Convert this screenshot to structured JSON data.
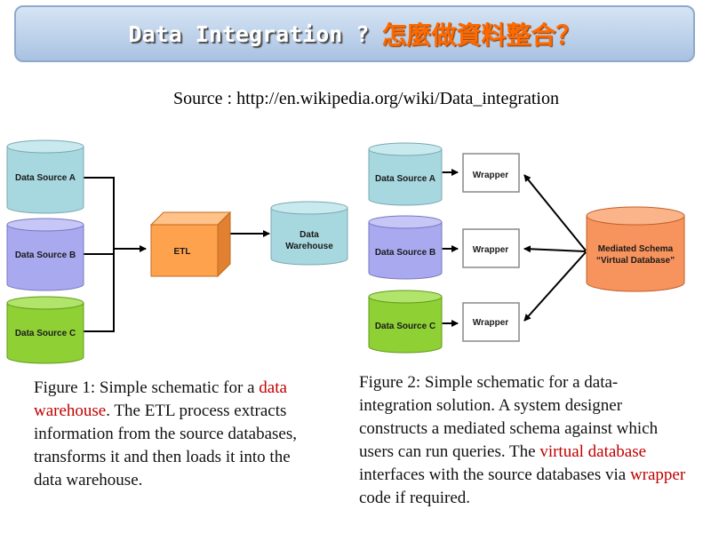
{
  "title": {
    "en": "Data Integration ?",
    "zh": "怎麼做資料整合？"
  },
  "source": "Source : http://en.wikipedia.org/wiki/Data_integration",
  "figure1": {
    "sources": [
      "Data Source A",
      "Data Source B",
      "Data Source C"
    ],
    "etl": "ETL",
    "warehouse": [
      "Data",
      "Warehouse"
    ]
  },
  "figure2": {
    "sources": [
      "Data Source A",
      "Data Source B",
      "Data Source C"
    ],
    "wrapper": "Wrapper",
    "mediated": [
      "Mediated Schema",
      "“Virtual Database”"
    ]
  },
  "caption1": {
    "t1": "Figure 1: Simple schematic for a ",
    "link": "data warehouse",
    "t2": ". The ETL process extracts information from the source databases, transforms it and then loads it into the data warehouse."
  },
  "caption2": {
    "t1": "Figure 2: Simple schematic for a data-integration solution. A system designer constructs a mediated schema against which users can run queries. The ",
    "link1": "virtual database",
    "t2": " interfaces with the source databases via ",
    "link2": "wrapper",
    "t3": " code if required."
  },
  "colors": {
    "source_a": "#a7d8df",
    "source_b": "#a9a9f0",
    "source_c": "#8fd035",
    "etl": "#ffa24d",
    "mediated": "#f7935c",
    "highlight": "#c00000"
  }
}
